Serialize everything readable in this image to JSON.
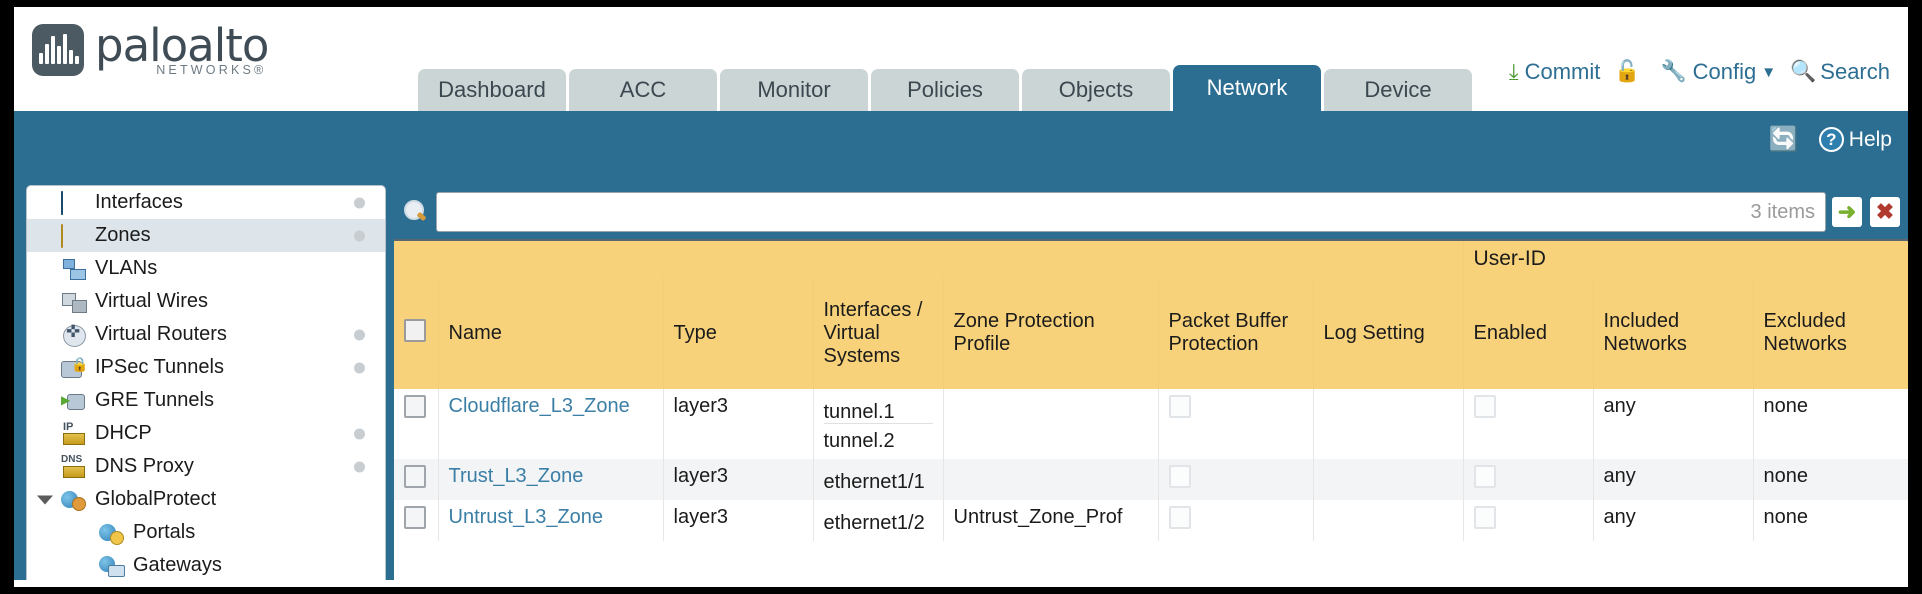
{
  "brand": {
    "name": "paloalto",
    "tagline": "NETWORKS®",
    "logo_icon": "paloalto-logo-icon"
  },
  "nav_tabs": [
    {
      "label": "Dashboard",
      "active": false
    },
    {
      "label": "ACC",
      "active": false
    },
    {
      "label": "Monitor",
      "active": false
    },
    {
      "label": "Policies",
      "active": false
    },
    {
      "label": "Objects",
      "active": false
    },
    {
      "label": "Network",
      "active": true
    },
    {
      "label": "Device",
      "active": false
    }
  ],
  "toolbar": {
    "commit_label": "Commit",
    "commit_icon": "commit-download-icon",
    "lock_icon": "unlock-icon",
    "config_label": "Config",
    "config_icon": "config-wrench-icon",
    "config_caret": "▼",
    "search_label": "Search",
    "search_icon": "magnifier-icon"
  },
  "bluebar": {
    "refresh_icon": "refresh-icon",
    "help_label": "Help",
    "help_icon": "help-question-icon"
  },
  "sidebar": {
    "items": [
      {
        "label": "Interfaces",
        "icon": "interfaces-icon",
        "dot": true,
        "selected": false,
        "child": false,
        "expander": false
      },
      {
        "label": "Zones",
        "icon": "zones-icon",
        "dot": true,
        "selected": true,
        "child": false,
        "expander": false
      },
      {
        "label": "VLANs",
        "icon": "vlans-icon",
        "dot": false,
        "selected": false,
        "child": false,
        "expander": false
      },
      {
        "label": "Virtual Wires",
        "icon": "virtual-wires-icon",
        "dot": false,
        "selected": false,
        "child": false,
        "expander": false
      },
      {
        "label": "Virtual Routers",
        "icon": "virtual-routers-icon",
        "dot": true,
        "selected": false,
        "child": false,
        "expander": false
      },
      {
        "label": "IPSec Tunnels",
        "icon": "ipsec-tunnels-icon",
        "dot": true,
        "selected": false,
        "child": false,
        "expander": false
      },
      {
        "label": "GRE Tunnels",
        "icon": "gre-tunnels-icon",
        "dot": false,
        "selected": false,
        "child": false,
        "expander": false
      },
      {
        "label": "DHCP",
        "icon": "dhcp-icon",
        "dot": true,
        "selected": false,
        "child": false,
        "expander": false
      },
      {
        "label": "DNS Proxy",
        "icon": "dns-proxy-icon",
        "dot": true,
        "selected": false,
        "child": false,
        "expander": false
      },
      {
        "label": "GlobalProtect",
        "icon": "globalprotect-icon",
        "dot": false,
        "selected": false,
        "child": false,
        "expander": true
      },
      {
        "label": "Portals",
        "icon": "portals-icon",
        "dot": false,
        "selected": false,
        "child": true,
        "expander": false
      },
      {
        "label": "Gateways",
        "icon": "gateways-icon",
        "dot": false,
        "selected": false,
        "child": true,
        "expander": false
      }
    ]
  },
  "search": {
    "value": "",
    "placeholder": "",
    "icon": "magnifier-icon",
    "item_count": "3 items",
    "apply_icon": "➜",
    "clear_icon": "✖"
  },
  "table": {
    "group_header": {
      "label": "User-ID",
      "spans": 3
    },
    "columns": [
      "Name",
      "Type",
      "Interfaces / Virtual Systems",
      "Zone Protection Profile",
      "Packet Buffer Protection",
      "Log Setting",
      "Enabled",
      "Included Networks",
      "Excluded Networks"
    ],
    "column_lines": [
      "Name",
      "Type",
      [
        "Interfaces /",
        "Virtual",
        "Systems"
      ],
      [
        "Zone Protection",
        "Profile"
      ],
      [
        "Packet Buffer",
        "Protection"
      ],
      "Log Setting",
      "Enabled",
      [
        "Included",
        "Networks"
      ],
      [
        "Excluded",
        "Networks"
      ]
    ],
    "rows": [
      {
        "name": "Cloudflare_L3_Zone",
        "type": "layer3",
        "interfaces": [
          "tunnel.1",
          "tunnel.2"
        ],
        "zone_protection_profile": "",
        "packet_buffer_protection": false,
        "log_setting": "",
        "userid_enabled": false,
        "included_networks": "any",
        "excluded_networks": "none",
        "selected": false
      },
      {
        "name": "Trust_L3_Zone",
        "type": "layer3",
        "interfaces": [
          "ethernet1/1"
        ],
        "zone_protection_profile": "",
        "packet_buffer_protection": false,
        "log_setting": "",
        "userid_enabled": false,
        "included_networks": "any",
        "excluded_networks": "none",
        "selected": false
      },
      {
        "name": "Untrust_L3_Zone",
        "type": "layer3",
        "interfaces": [
          "ethernet1/2"
        ],
        "zone_protection_profile": "Untrust_Zone_Prof",
        "packet_buffer_protection": false,
        "log_setting": "",
        "userid_enabled": false,
        "included_networks": "any",
        "excluded_networks": "none",
        "selected": false
      }
    ]
  },
  "colors": {
    "brand_blue": "#2c6e92",
    "header_yellow": "#f7d27a",
    "group_yellow": "#e0ac3b",
    "tab_inactive": "#ccd5d6",
    "link_blue": "#3b7fa6",
    "sidebar_selected": "#dde5ea"
  }
}
